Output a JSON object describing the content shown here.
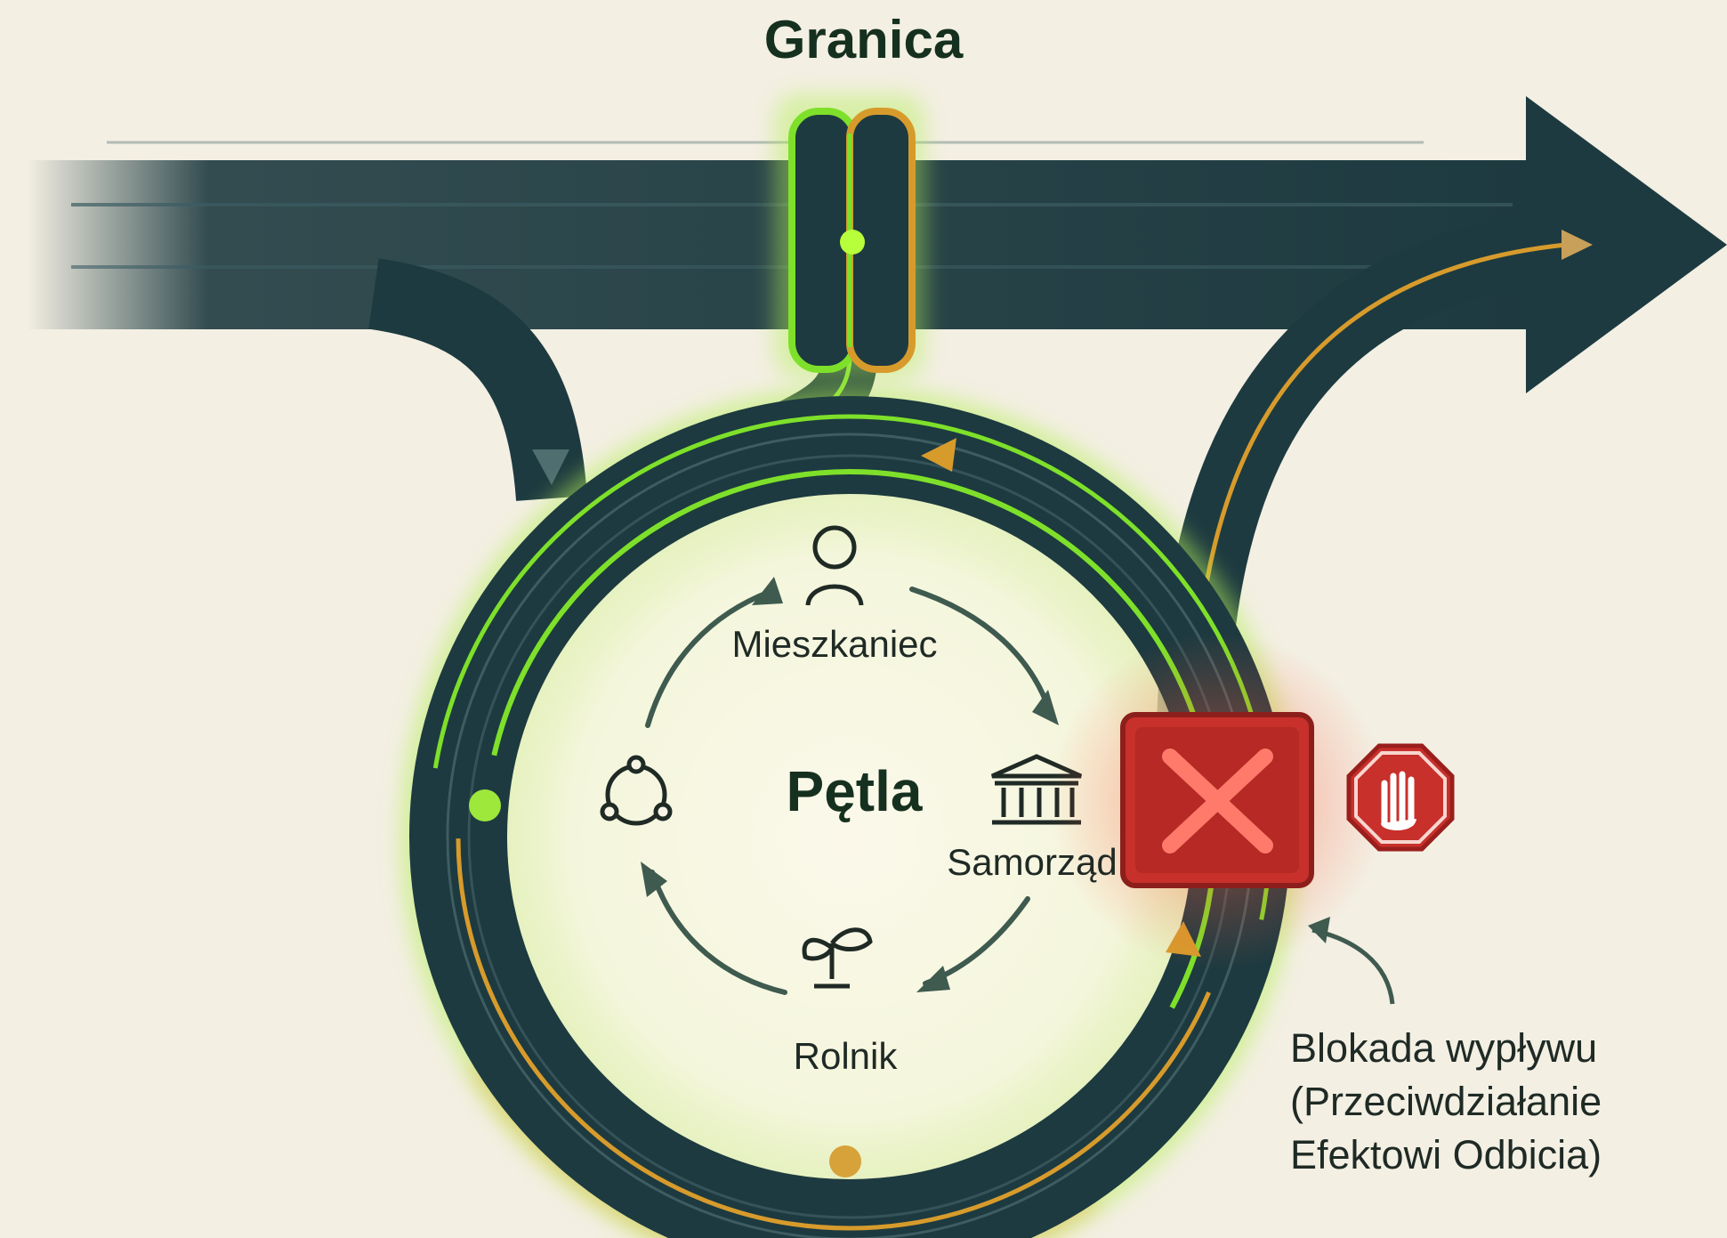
{
  "labels": {
    "top": "Granica",
    "center": "Pętla",
    "resident": "Mieszkaniec",
    "government": "Samorząd",
    "farmer": "Rolnik",
    "note_lines": [
      "Blokada wypływu",
      "(Przeciwdziałanie",
      "Efektowi Odbicia)"
    ]
  },
  "icons": [
    "person-icon",
    "bank-icon",
    "sprout-icon",
    "network-icon",
    "blocked-x-icon",
    "stop-hand-icon"
  ],
  "colors": {
    "background": "#f3efe3",
    "road": "#1d3a40",
    "loop_green": "#7ee02a",
    "loop_orange": "#d79b2c",
    "block_red": "#c8302b"
  }
}
